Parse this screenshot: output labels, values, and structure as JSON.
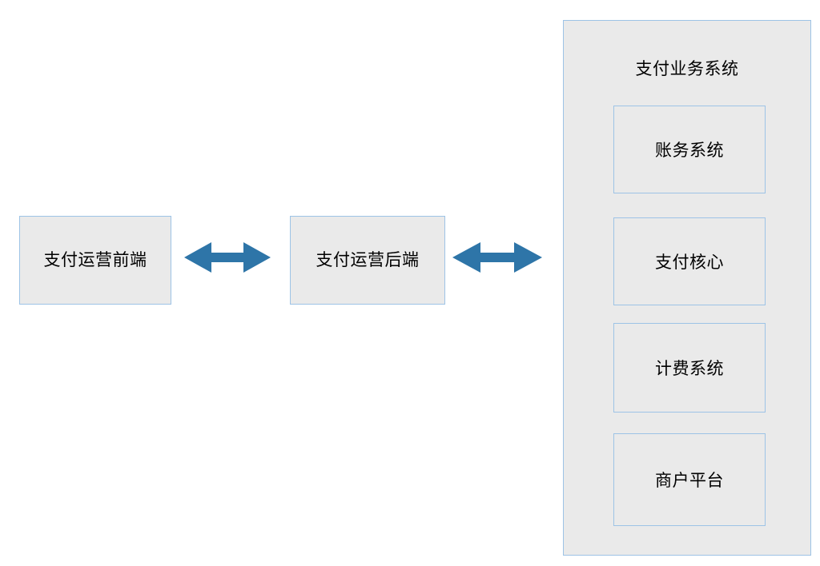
{
  "diagram": {
    "title_visible": false,
    "background": "#ffffff",
    "colors": {
      "node_fill": "#EAEAEA",
      "node_border": "#9DC3E6",
      "arrow": "#2E75A8",
      "text": "#000000"
    },
    "nodes": [
      {
        "id": "payment-ops-frontend",
        "label": "支付运营前端"
      },
      {
        "id": "payment-ops-backend",
        "label": "支付运营后端"
      }
    ],
    "group": {
      "id": "payment-business-system",
      "title": "支付业务系统",
      "children": [
        {
          "id": "accounting-system",
          "label": "账务系统"
        },
        {
          "id": "payment-core",
          "label": "支付核心"
        },
        {
          "id": "billing-system",
          "label": "计费系统"
        },
        {
          "id": "merchant-platform",
          "label": "商户平台"
        }
      ]
    },
    "connectors": [
      {
        "id": "frontend-backend-link",
        "type": "double-arrow",
        "from": "支付运营前端",
        "to": "支付运营后端",
        "label": ""
      },
      {
        "id": "backend-business-link",
        "type": "double-arrow",
        "from": "支付运营后端",
        "to": "支付业务系统",
        "label": ""
      }
    ]
  }
}
